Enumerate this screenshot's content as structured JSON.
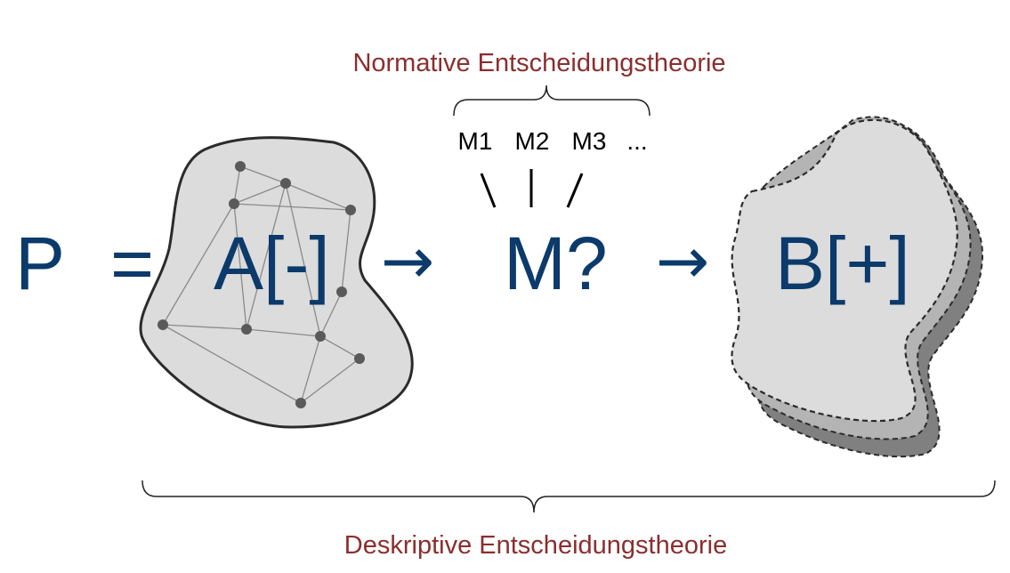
{
  "formula": {
    "p_label": "P",
    "equals": "=",
    "a_label": "A[-]",
    "arrow_1": "→",
    "m_label": "M?",
    "arrow_2": "→",
    "b_label": "B[+]"
  },
  "normative": {
    "title": "Normative Entscheidungstheorie",
    "models": [
      "M1",
      "M2",
      "M3",
      "..."
    ],
    "connectors": [
      "\\",
      "|",
      "/"
    ]
  },
  "descriptive": {
    "title": "Deskriptive Entscheidungstheorie"
  },
  "colors": {
    "formula": "#0b3a6b",
    "theory_label": "#8b2e2e",
    "blob_fill": "#dcdcdc",
    "layer_mid": "#b4b4b4",
    "layer_dark": "#808080",
    "node": "#5a5a5a"
  }
}
